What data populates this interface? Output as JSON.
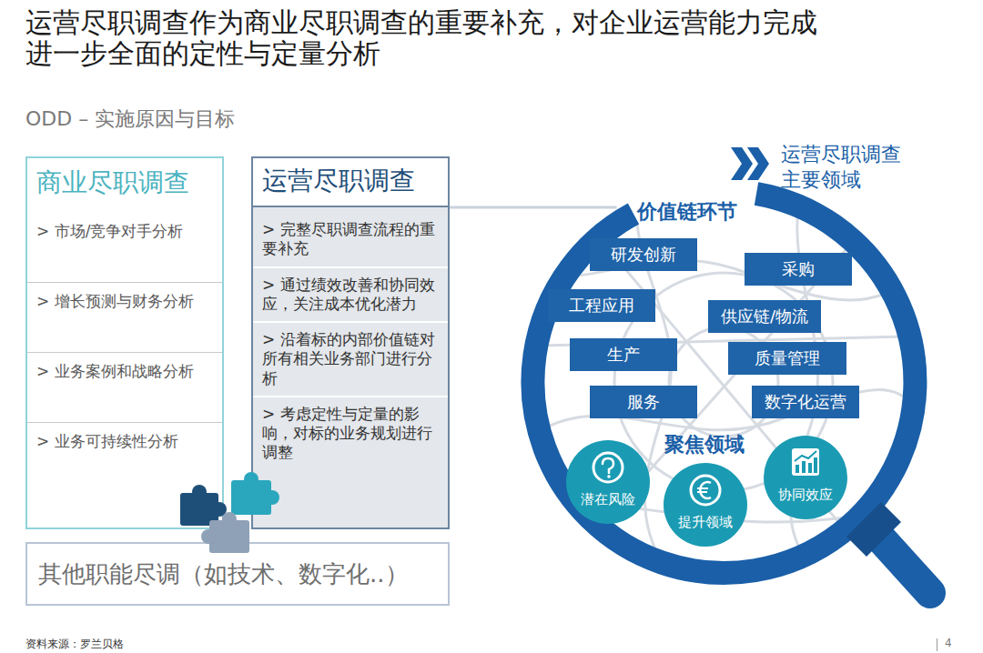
{
  "diagram": {
    "title": "运营尽职调查作为商业尽职调查的重要补充，对企业运营能力完成 进一步全面的定性与定量分析",
    "caption": "资料来源：罗兰贝格",
    "nodes": [
      {
        "text": [
          "商业尽职调查",
          "> 市场/竞争对手分析",
          "> 增长预测与财务分析",
          "> 业务案例和战略分析",
          "> 业务可持续性分析"
        ]
      },
      {
        "text": [
          "运营尽职调查",
          "> 完整尽职调查流程的重要补充",
          "> 通过绩效改善和协同效应，关注成本优化潜力",
          "> 沿着标的内部价值链对所有相关业务部门进行分析",
          "> 考虑定性与定量的影响，对标的业务规划进行调整"
        ]
      },
      {
        "text": [
          "其他职能尽调（如技术、数字化..）"
        ]
      },
      {
        "text": [
          "运营尽职调查 主要领域",
          "价值链环节",
          "聚焦领域"
        ]
      },
      {
        "text": [
          "研发创新"
        ],
        "in": 3
      },
      {
        "text": [
          "采购"
        ],
        "in": 3
      },
      {
        "text": [
          "工程应用"
        ],
        "in": 3
      },
      {
        "text": [
          "供应链/物流"
        ],
        "in": 3
      },
      {
        "text": [
          "生产"
        ],
        "in": 3
      },
      {
        "text": [
          "质量管理"
        ],
        "in": 3
      },
      {
        "text": [
          "服务"
        ],
        "in": 3
      },
      {
        "text": [
          "数字化运营"
        ],
        "in": 3
      },
      {
        "text": [
          "潜在风险"
        ],
        "in": 3
      },
      {
        "text": [
          "提升领域"
        ],
        "in": 3
      },
      {
        "text": [
          "协同效应"
        ],
        "in": 3
      }
    ],
    "edges": [
      {
        "from": 1,
        "to": 3,
        "arrow": "none"
      }
    ],
    "labels": [
      "ODD – 实施原因与目标",
      "4"
    ]
  }
}
